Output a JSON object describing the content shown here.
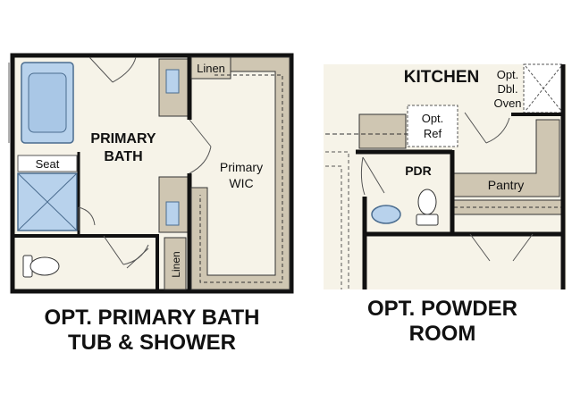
{
  "plans": {
    "left": {
      "rooms": {
        "primary_bath_line1": "PRIMARY",
        "primary_bath_line2": "BATH",
        "wic_line1": "Primary",
        "wic_line2": "WIC",
        "linen_top": "Linen",
        "linen_side": "Linen",
        "seat": "Seat"
      },
      "caption_line1": "OPT. PRIMARY BATH",
      "caption_line2": "TUB & SHOWER"
    },
    "right": {
      "rooms": {
        "kitchen": "KITCHEN",
        "oven_line1": "Opt.",
        "oven_line2": "Dbl.",
        "oven_line3": "Oven",
        "ref_line1": "Opt.",
        "ref_line2": "Ref",
        "pdr": "PDR",
        "pantry": "Pantry"
      },
      "caption_line1": "OPT. POWDER",
      "caption_line2": "ROOM"
    }
  },
  "colors": {
    "wall": "#111111",
    "floor": "#f6f3e8",
    "cabinet": "#cfc6b2",
    "fixture": "#b8d2ec",
    "fixture_stroke": "#4a6c8f"
  }
}
